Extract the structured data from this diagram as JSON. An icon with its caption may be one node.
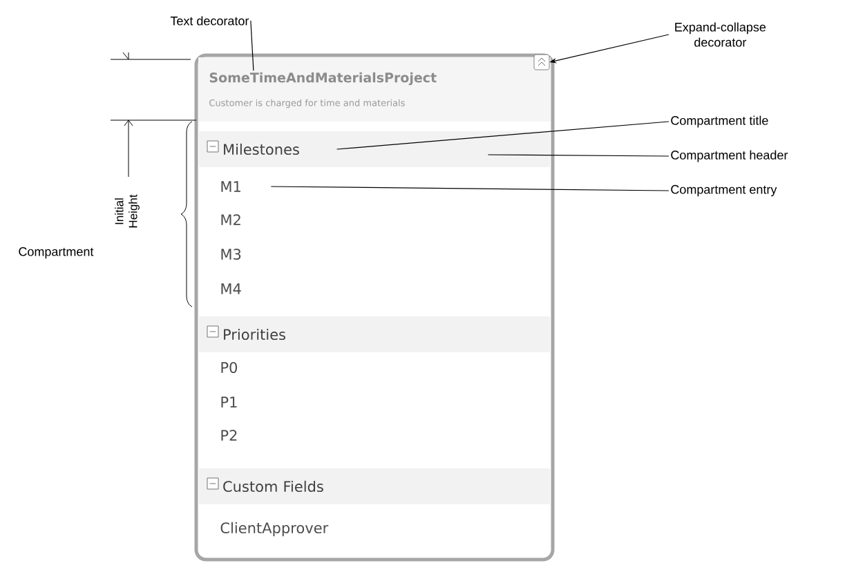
{
  "diagram": {
    "nodes": [
      {
        "text": [],
        "shape": "box"
      },
      {
        "text": [
          "SomeTimeAndMaterialsProject"
        ],
        "in": 0
      },
      {
        "text": [
          "Customer is charged for time and materials"
        ],
        "in": 0
      },
      {
        "text": [],
        "shape": "box",
        "in": 0
      },
      {
        "text": [
          "Milestones"
        ],
        "in": 0
      },
      {
        "text": [
          "M1"
        ],
        "in": 0
      },
      {
        "text": [
          "M2"
        ],
        "in": 0
      },
      {
        "text": [
          "M3"
        ],
        "in": 0
      },
      {
        "text": [
          "M4"
        ],
        "in": 0
      },
      {
        "text": [
          "Priorities"
        ],
        "in": 0
      },
      {
        "text": [
          "P0"
        ],
        "in": 0
      },
      {
        "text": [
          "P1"
        ],
        "in": 0
      },
      {
        "text": [
          "P2"
        ],
        "in": 0
      },
      {
        "text": [
          "Custom Fields"
        ],
        "in": 0
      },
      {
        "text": [
          "ClientApprover"
        ],
        "in": 0
      },
      {
        "text": [
          "Text decorator"
        ]
      },
      {
        "text": [
          "Expand-collapse decorator"
        ]
      },
      {
        "text": [
          "Compartment title"
        ]
      },
      {
        "text": [
          "Compartment header"
        ]
      },
      {
        "text": [
          "Compartment entry"
        ]
      }
    ],
    "edges": [
      {
        "from": 15,
        "to": 1,
        "arrow": "none"
      },
      {
        "from": 16,
        "to": 3,
        "arrow": "to"
      },
      {
        "from": 17,
        "to": 4,
        "arrow": "none"
      },
      {
        "from": 18,
        "to": 4,
        "arrow": "none"
      },
      {
        "from": 19,
        "to": 5,
        "arrow": "none"
      }
    ],
    "labels": [
      "Initial Height",
      "Compartment"
    ]
  }
}
